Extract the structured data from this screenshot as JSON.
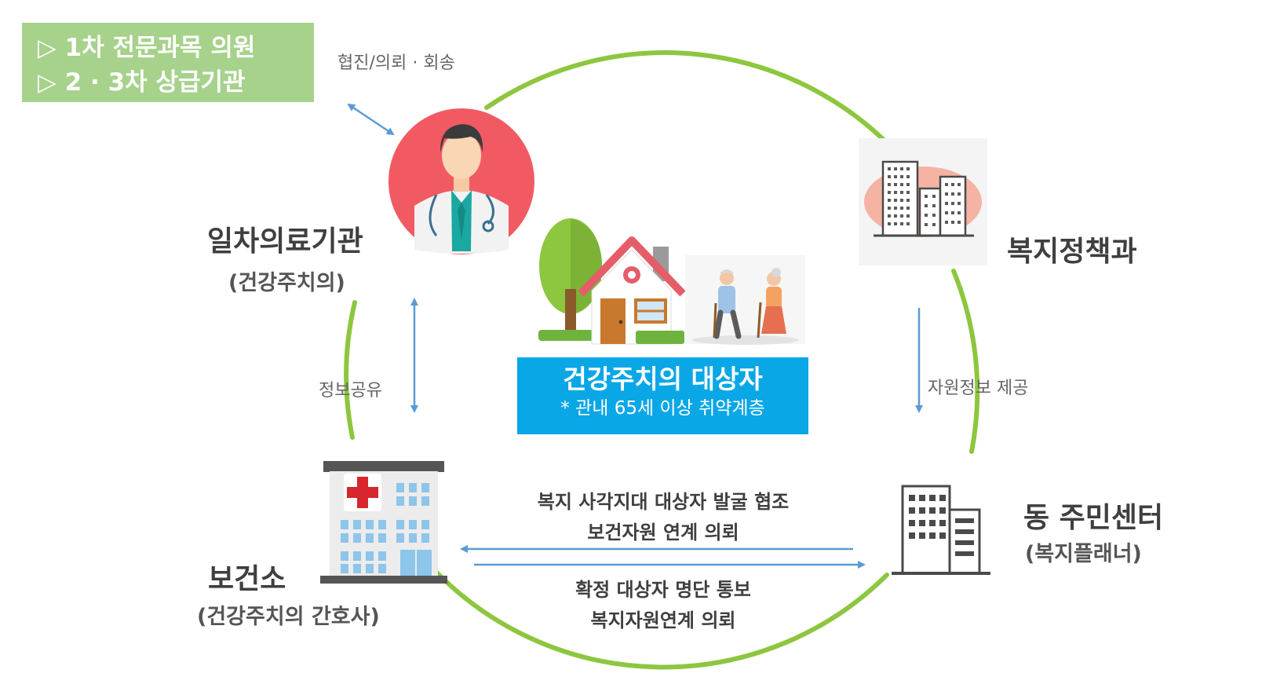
{
  "referral_box": {
    "line1": "▷ 1차 전문과목 의원",
    "line2": "▷ 2 · 3차 상급기관"
  },
  "edge_labels": {
    "referral": "협진/의뢰 · 회송",
    "info_share": "정보공유",
    "resource_info": "자원정보 제공"
  },
  "nodes": {
    "primary_care": {
      "title": "일차의료기관",
      "subtitle": "(건강주치의)"
    },
    "welfare_policy": {
      "title": "복지정책과"
    },
    "health_center": {
      "title": "보건소",
      "subtitle": "(건강주치의 간호사)"
    },
    "community_center": {
      "title": "동 주민센터",
      "subtitle": "(복지플래너)"
    }
  },
  "target": {
    "title": "건강주치의 대상자",
    "subtitle": "* 관내 65세 이상 취약계층"
  },
  "messages": {
    "to_health_center_1": "복지 사각지대 대상자 발굴 협조",
    "to_health_center_2": "보건자원 연계 의뢰",
    "to_community_1": "확정 대상자 명단 통보",
    "to_community_2": "복지자원연계 의뢰"
  },
  "colors": {
    "cycle_green": "#8dc63f",
    "arrow_blue": "#5b9bd5",
    "referral_box": "#a6d28b",
    "target_box": "#0aa7e7",
    "doctor_circle": "#f25a63",
    "building_blob": "#f4b3a3"
  },
  "icons": [
    "doctor-icon",
    "city-buildings-icon",
    "house-icon",
    "tree-icon",
    "elderly-couple-icon",
    "hospital-icon",
    "office-building-icon"
  ]
}
